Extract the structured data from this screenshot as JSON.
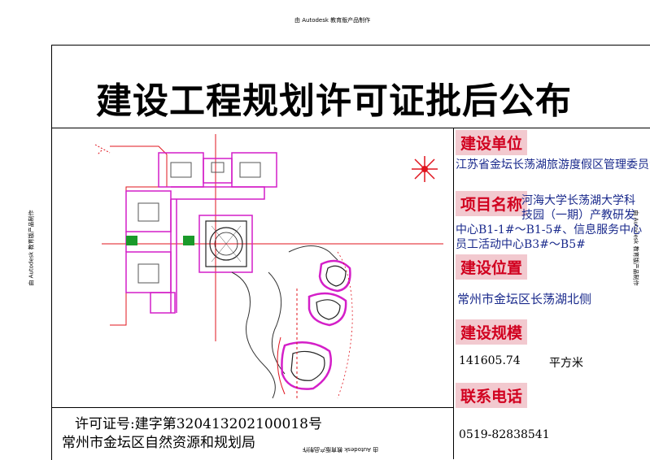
{
  "watermark": {
    "top": "由 Autodesk 教育版产品制作",
    "left": "由 Autodesk 教育版产品制作",
    "right": "由 Autodesk 教育版产品制作",
    "bottom": "由 Autodesk 教育版产品制作"
  },
  "title": "建设工程规划许可证批后公布",
  "panel": {
    "unit_label": "建设单位",
    "unit_value": "江苏省金坛长荡湖旅游度假区管理委员会",
    "project_label": "项目名称",
    "project_line1": "河海大学长荡湖大学科",
    "project_line2": "技园（一期）产教研发",
    "project_line3": "中心B1-1#～B1-5#、信息服务中心",
    "project_line4": "员工活动中心B3#～B5#",
    "location_label": "建设位置",
    "location_value": "常州市金坛区长荡湖北侧",
    "scale_label": "建设规模",
    "scale_number": "141605.74",
    "scale_unit": "平方米",
    "phone_label": "联系电话",
    "phone_value": "0519-82838541"
  },
  "footer": {
    "permit": "许可证号:建字第320413202100018号",
    "authority": "常州市金坛区自然资源和规划局"
  },
  "colors": {
    "label_bg": "#f2c9cf",
    "label_text": "#d1001f",
    "plan_magenta": "#d41fc8",
    "plan_red": "#e0141e"
  }
}
